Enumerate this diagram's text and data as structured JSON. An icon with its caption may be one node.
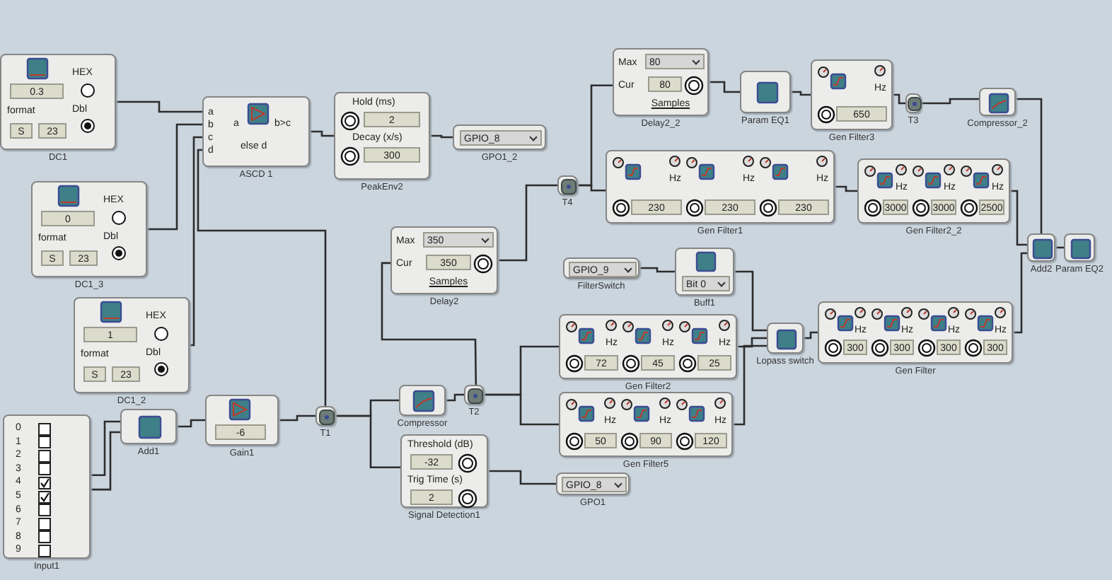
{
  "diagram": {
    "nodes": [
      {
        "text": [
          "0.3",
          "HEX",
          "format",
          "Dbl",
          "S",
          "23",
          "DC1"
        ]
      },
      {
        "text": [
          "0",
          "HEX",
          "format",
          "Dbl",
          "S",
          "23",
          "DC1_3"
        ]
      },
      {
        "text": [
          "1",
          "HEX",
          "format",
          "Dbl",
          "S",
          "23",
          "DC1_2"
        ]
      },
      {
        "text": [
          "a",
          "b",
          "c",
          "d",
          "a",
          "b>c",
          "else d",
          "ASCD 1"
        ]
      },
      {
        "text": [
          "Hold (ms)",
          "2",
          "Decay (x/s)",
          "300",
          "PeakEnv2"
        ]
      },
      {
        "text": [
          "GPIO_8",
          "GPO1_2"
        ]
      },
      {
        "text": [
          "T4"
        ]
      },
      {
        "text": [
          "Max",
          "80",
          "Cur",
          "80",
          "Samples",
          "Delay2_2"
        ]
      },
      {
        "text": [
          "Param EQ1"
        ]
      },
      {
        "text": [
          "Hz",
          "650",
          "Gen Filter3"
        ]
      },
      {
        "text": [
          "T3"
        ]
      },
      {
        "text": [
          "Compressor_2"
        ]
      },
      {
        "text": [
          "Hz",
          "230",
          "Hz",
          "230",
          "Hz",
          "230",
          "Gen Filter1"
        ]
      },
      {
        "text": [
          "Hz",
          "3000",
          "Hz",
          "3000",
          "Hz",
          "2500",
          "Gen Filter2_2"
        ]
      },
      {
        "text": [
          "Add2"
        ]
      },
      {
        "text": [
          "Param EQ2"
        ]
      },
      {
        "text": [
          "Max",
          "350",
          "Cur",
          "350",
          "Samples",
          "Delay2"
        ]
      },
      {
        "text": [
          "GPIO_9",
          "FilterSwitch"
        ]
      },
      {
        "text": [
          "Bit 0",
          "Buff1"
        ]
      },
      {
        "text": [
          "Hz",
          "72",
          "Hz",
          "45",
          "Hz",
          "25",
          "Gen Filter2"
        ]
      },
      {
        "text": [
          "Lopass switch"
        ]
      },
      {
        "text": [
          "Hz",
          "300",
          "Hz",
          "300",
          "Hz",
          "300",
          "Hz",
          "300",
          "Gen Filter"
        ]
      },
      {
        "text": [
          "0",
          "1",
          "2",
          "3",
          "4",
          "5",
          "6",
          "7",
          "8",
          "9",
          "Input1"
        ]
      },
      {
        "text": [
          "Add1"
        ]
      },
      {
        "text": [
          "-6",
          "Gain1"
        ]
      },
      {
        "text": [
          "T1"
        ]
      },
      {
        "text": [
          "Compressor"
        ]
      },
      {
        "text": [
          "T2"
        ]
      },
      {
        "text": [
          "Hz",
          "50",
          "Hz",
          "90",
          "Hz",
          "120",
          "Gen Filter5"
        ]
      },
      {
        "text": [
          "Threshold (dB)",
          "-32",
          "Trig Time (s)",
          "2",
          "Signal Detection1"
        ]
      },
      {
        "text": [
          "GPIO_8",
          "GPO1"
        ]
      }
    ],
    "edges": [
      {
        "from": 0,
        "to": 3,
        "arrow": "none"
      },
      {
        "from": 1,
        "to": 3,
        "arrow": "none"
      },
      {
        "from": 2,
        "to": 3,
        "arrow": "none"
      },
      {
        "from": 25,
        "to": 3,
        "arrow": "none"
      },
      {
        "from": 3,
        "to": 4,
        "arrow": "none"
      },
      {
        "from": 4,
        "to": 5,
        "arrow": "none"
      },
      {
        "from": 22,
        "to": 23,
        "arrow": "none"
      },
      {
        "from": 22,
        "to": 23,
        "arrow": "none"
      },
      {
        "from": 23,
        "to": 24,
        "arrow": "none"
      },
      {
        "from": 24,
        "to": 25,
        "arrow": "none"
      },
      {
        "from": 25,
        "to": 26,
        "arrow": "none"
      },
      {
        "from": 25,
        "to": 29,
        "arrow": "none"
      },
      {
        "from": 26,
        "to": 27,
        "arrow": "none"
      },
      {
        "from": 27,
        "to": 16,
        "arrow": "none"
      },
      {
        "from": 16,
        "to": 6,
        "arrow": "none"
      },
      {
        "from": 6,
        "to": 7,
        "arrow": "none"
      },
      {
        "from": 6,
        "to": 12,
        "arrow": "none"
      },
      {
        "from": 7,
        "to": 8,
        "arrow": "none"
      },
      {
        "from": 8,
        "to": 9,
        "arrow": "none"
      },
      {
        "from": 9,
        "to": 10,
        "arrow": "none"
      },
      {
        "from": 10,
        "to": 11,
        "arrow": "none"
      },
      {
        "from": 11,
        "to": 14,
        "arrow": "none"
      },
      {
        "from": 12,
        "to": 13,
        "arrow": "none"
      },
      {
        "from": 13,
        "to": 14,
        "arrow": "none"
      },
      {
        "from": 14,
        "to": 15,
        "arrow": "none"
      },
      {
        "from": 27,
        "to": 19,
        "arrow": "none"
      },
      {
        "from": 27,
        "to": 28,
        "arrow": "none"
      },
      {
        "from": 17,
        "to": 18,
        "arrow": "none"
      },
      {
        "from": 18,
        "to": 20,
        "arrow": "none"
      },
      {
        "from": 19,
        "to": 20,
        "arrow": "none"
      },
      {
        "from": 28,
        "to": 20,
        "arrow": "none"
      },
      {
        "from": 20,
        "to": 21,
        "arrow": "none"
      },
      {
        "from": 21,
        "to": 14,
        "arrow": "none"
      },
      {
        "from": 29,
        "to": 30,
        "arrow": "none"
      }
    ]
  }
}
